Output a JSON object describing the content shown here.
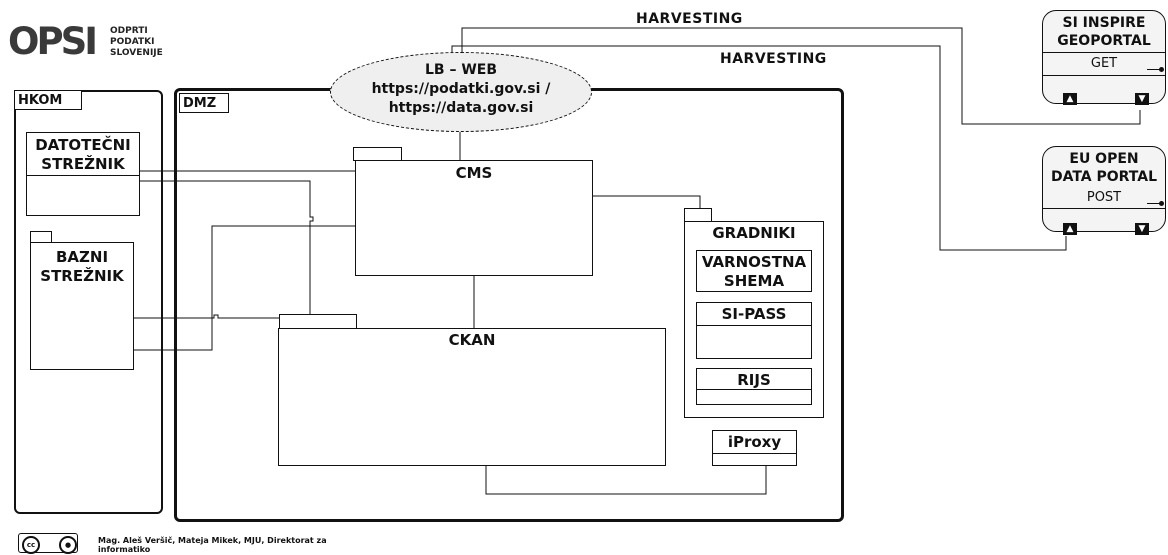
{
  "logo": {
    "mark": "OPSI",
    "line1": "ODPRTI",
    "line2": "PODATKI",
    "line3": "SLOVENIJE"
  },
  "zones": {
    "hkom": "HKOM",
    "dmz": "DMZ"
  },
  "servers": {
    "file_line1": "DATOTEČNI",
    "file_line2": "STREŽNIK",
    "base_line1": "BAZNI",
    "base_line2": "STREŽNIK"
  },
  "load_balancer": {
    "line1": "LB – WEB",
    "line2": "https://podatki.gov.si /",
    "line3": "https://data.gov.si"
  },
  "components": {
    "cms": "CMS",
    "ckan": "CKAN",
    "iproxy": "iProxy"
  },
  "gradniki": {
    "title": "GRADNIKI",
    "varnostna_line1": "VARNOSTNA",
    "varnostna_line2": "SHEMA",
    "sipass": "SI-PASS",
    "rijs": "RIJS"
  },
  "harvesting": {
    "top": "HARVESTING",
    "second": "HARVESTING"
  },
  "portals": {
    "inspire_line1": "SI INSPIRE",
    "inspire_line2": "GEOPORTAL",
    "inspire_method": "GET",
    "euodp_line1": "EU OPEN",
    "euodp_line2": "DATA PORTAL",
    "euodp_method": "POST"
  },
  "footer": {
    "credit": "Mag. Aleš Veršič, Mateja Mikek, MJU, Direktorat za informatiko"
  },
  "colors": {
    "line": "#111111",
    "ellipse_fill": "#efefef",
    "portal_fill": "#f4f4f4"
  }
}
